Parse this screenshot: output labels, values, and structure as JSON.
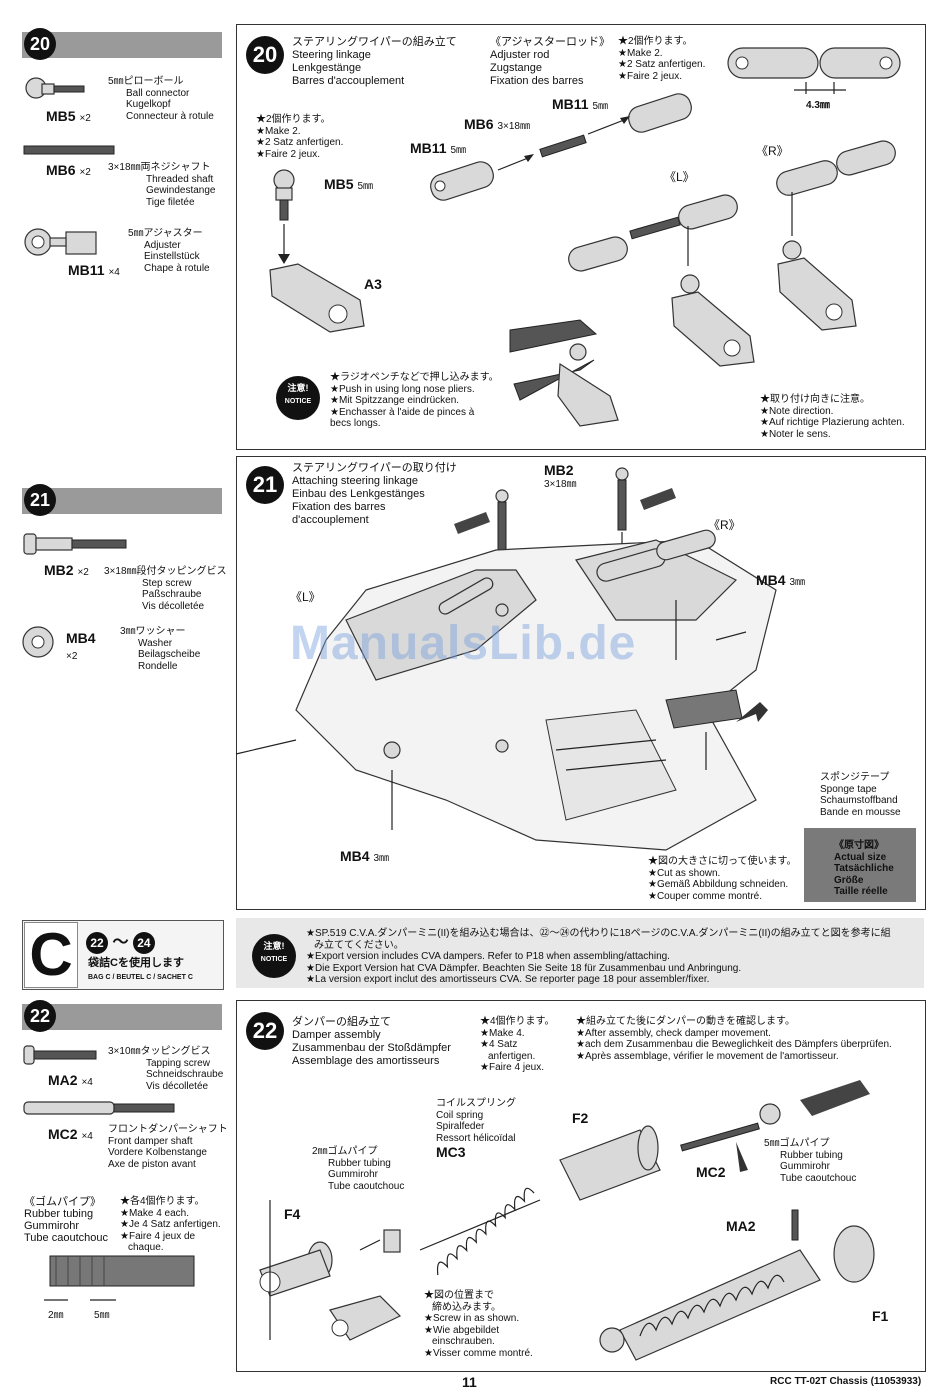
{
  "page": {
    "number": "11",
    "footer": "RCC TT-02T Chassis (11053933)",
    "watermark": "ManualsLib.de"
  },
  "step20": {
    "num": "20",
    "parts": [
      {
        "id": "MB5",
        "qty": "×2",
        "lines": [
          "5㎜ピローボール",
          "Ball connector",
          "Kugelkopf",
          "Connecteur à rotule"
        ]
      },
      {
        "id": "MB6",
        "qty": "×2",
        "lines": [
          "3×18㎜両ネジシャフト",
          "Threaded shaft",
          "Gewindestange",
          "Tige filetée"
        ]
      },
      {
        "id": "MB11",
        "qty": "×4",
        "lines": [
          "5㎜アジャスター",
          "Adjuster",
          "Einstellstück",
          "Chape à rotule"
        ]
      }
    ],
    "title": [
      "ステアリングワイパーの組み立て",
      "Steering linkage",
      "Lenkgestänge",
      "Barres d'accouplement"
    ],
    "rod_title": [
      "《アジャスターロッド》",
      "Adjuster rod",
      "Zugstange",
      "Fixation des barres"
    ],
    "make": [
      "★2個作ります。",
      "★Make 2.",
      "★2 Satz anfertigen.",
      "★Faire 2 jeux."
    ],
    "make2": [
      "★2個作ります。",
      "★Make 2.",
      "★2 Satz anfertigen.",
      "★Faire 2 jeux."
    ],
    "dim": "4.3㎜",
    "labels": {
      "mb11a": "MB11",
      "mb11a_sz": "5㎜",
      "mb6": "MB6",
      "mb6_sz": "3×18㎜",
      "mb11b": "MB11",
      "mb11b_sz": "5㎜",
      "mb5": "MB5",
      "mb5_sz": "5㎜",
      "a3": "A3",
      "L": "《L》",
      "R": "《R》"
    },
    "notice_badge": [
      "注意!",
      "NOTICE"
    ],
    "notice": [
      "★ラジオペンチなどで押し込みます。",
      "★Push in using long nose pliers.",
      "★Mit Spitzzange eindrücken.",
      "★Enchasser à l'aide de pinces à",
      "becs longs."
    ],
    "direction": [
      "★取り付け向きに注意。",
      "★Note direction.",
      "★Auf richtige Plazierung achten.",
      "★Noter le sens."
    ]
  },
  "step21": {
    "num": "21",
    "parts": [
      {
        "id": "MB2",
        "qty": "×2",
        "lines": [
          "3×18㎜段付タッピングビス",
          "Step screw",
          "Paßschraube",
          "Vis décolletée"
        ]
      },
      {
        "id": "MB4",
        "qty": "×2",
        "lines": [
          "3㎜ワッシャー",
          "Washer",
          "Beilagscheibe",
          "Rondelle"
        ]
      }
    ],
    "title": [
      "ステアリングワイパーの取り付け",
      "Attaching steering linkage",
      "Einbau des Lenkgestänges",
      "Fixation des barres",
      "d'accouplement"
    ],
    "labels": {
      "mb2": "MB2",
      "mb2_sz": "3×18㎜",
      "R": "《R》",
      "L": "《L》",
      "mb4a": "MB4",
      "mb4a_sz": "3㎜",
      "mb4b": "MB4",
      "mb4b_sz": "3㎜"
    },
    "sponge": [
      "スポンジテープ",
      "Sponge tape",
      "Schaumstoffband",
      "Bande en mousse"
    ],
    "cut": [
      "★図の大きさに切って使います。",
      "★Cut as shown.",
      "★Gemäß Abbildung schneiden.",
      "★Couper comme montré."
    ],
    "actual": [
      "《原寸図》",
      "Actual size",
      "Tatsächliche",
      "Größe",
      "Taille réelle"
    ]
  },
  "bagC": {
    "letter": "C",
    "range_a": "22",
    "range_sep": "〜",
    "range_b": "24",
    "use": "袋詰Cを使用します",
    "sub": "BAG C / BEUTEL C / SACHET C"
  },
  "cvaNotice": {
    "badge": [
      "注意!",
      "NOTICE"
    ],
    "lines": [
      "★SP.519 C.V.A.ダンパーミニ(II)を組み込む場合は、㉒〜㉔の代わりに18ページのC.V.A.ダンパーミニ(II)の組み立てと図を参考に組",
      "み立ててください。",
      "★Export version includes CVA dampers. Refer to P18 when assembling/attaching.",
      "★Die Export Version hat CVA Dämpfer. Beachten Sie Seite 18 für Zusammenbau und Anbringung.",
      "★La version export inclut des amortisseurs CVA. Se reporter page 18 pour assembler/fixer."
    ]
  },
  "step22": {
    "num": "22",
    "parts": [
      {
        "id": "MA2",
        "qty": "×4",
        "lines": [
          "3×10㎜タッピングビス",
          "Tapping screw",
          "Schneidschraube",
          "Vis décolletée"
        ]
      },
      {
        "id": "MC2",
        "qty": "×4",
        "lines": [
          "フロントダンパーシャフト",
          "Front damper shaft",
          "Vordere Kolbenstange",
          "Axe de piston avant"
        ]
      }
    ],
    "tube_title": [
      "《ゴムパイプ》",
      "Rubber tubing",
      "Gummirohr",
      "Tube caoutchouc"
    ],
    "tube_make": [
      "★各4個作ります。",
      "★Make 4 each.",
      "★Je 4 Satz anfertigen.",
      "★Faire 4 jeux de",
      "chaque."
    ],
    "tube_dims": [
      "2㎜",
      "5㎜"
    ],
    "title": [
      "ダンパーの組み立て",
      "Damper assembly",
      "Zusammenbau der Stoßdämpfer",
      "Assemblage des amortisseurs"
    ],
    "make": [
      "★4個作ります。",
      "★Make 4.",
      "★4 Satz",
      "anfertigen.",
      "★Faire 4 jeux."
    ],
    "after": [
      "★組み立てた後にダンパーの動きを確認します。",
      "★After assembly, check damper movement.",
      "★ach dem Zusammenbau die Beweglichkeit des Dämpfers überprüfen.",
      "★Après assemblage, vérifier le movement de l'amortisseur."
    ],
    "spring": [
      "コイルスプリング",
      "Coil spring",
      "Spiralfeder",
      "Ressort hélicoïdal"
    ],
    "rub2": [
      "2㎜ゴムパイプ",
      "Rubber tubing",
      "Gummirohr",
      "Tube caoutchouc"
    ],
    "rub5": [
      "5㎜ゴムパイプ",
      "Rubber tubing",
      "Gummirohr",
      "Tube caoutchouc"
    ],
    "screw": [
      "★図の位置まで",
      "締め込みます。",
      "★Screw in as shown.",
      "★Wie abgebildet",
      "einschrauben.",
      "★Visser comme montré."
    ],
    "labels": {
      "f2": "F2",
      "mc3": "MC3",
      "mc2": "MC2",
      "f4": "F4",
      "ma2": "MA2",
      "f1": "F1"
    }
  }
}
